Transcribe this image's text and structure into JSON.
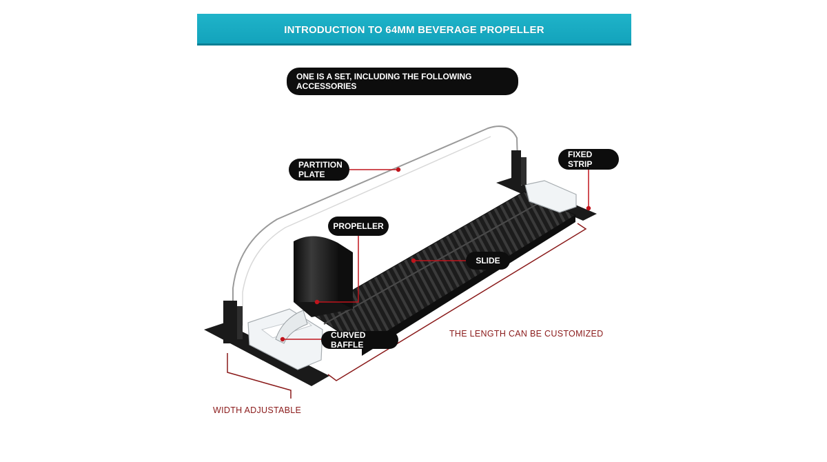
{
  "banner": {
    "title": "INTRODUCTION TO 64MM BEVERAGE PROPELLER"
  },
  "subtitle": "ONE IS A SET, INCLUDING THE FOLLOWING ACCESSORIES",
  "callouts": {
    "partition_plate": "PARTITION PLATE",
    "fixed_strip": "FIXED STRIP",
    "propeller": "PROPELLER",
    "slide": "SLIDE",
    "curved_baffle": "CURVED BAFFLE"
  },
  "dimensions": {
    "length": "THE LENGTH CAN BE CUSTOMIZED",
    "width": "WIDTH ADJUSTABLE"
  },
  "colors": {
    "banner": "#15a8c0",
    "pill": "#0d0d0d",
    "leader": "#c0141c",
    "dimension": "#8a1a1a"
  }
}
